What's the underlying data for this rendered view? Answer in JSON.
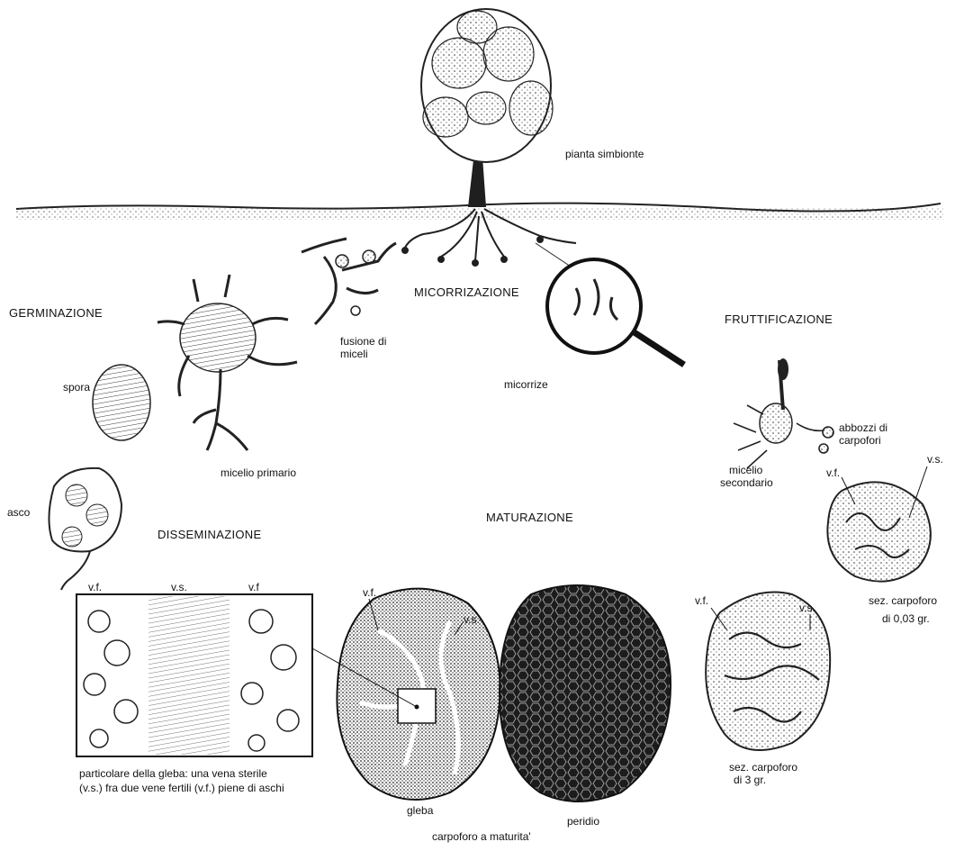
{
  "stages": {
    "germinazione": "GERMINAZIONE",
    "micorrizazione": "MICORRIZAZIONE",
    "fruttificazione": "FRUTTIFICAZIONE",
    "maturazione": "MATURAZIONE",
    "disseminazione": "DISSEMINAZIONE"
  },
  "labels": {
    "pianta": "pianta simbionte",
    "spora": "spora",
    "micelio_primario": "micelio primario",
    "fusione_1": "fusione di",
    "fusione_2": "miceli",
    "micorrize": "micorrize",
    "abbozzi_1": "abbozzi di",
    "abbozzi_2": "carpofori",
    "micelio_sec_1": "micelio",
    "micelio_sec_2": "secondario",
    "asco": "asco",
    "vf": "v.f.",
    "vs": "v.s.",
    "vf_nodot": "v.f",
    "sez003_1": "sez. carpoforo",
    "sez003_2": "di 0,03 gr.",
    "sez3_1": "sez. carpoforo",
    "sez3_2": "di 3 gr.",
    "gleba": "gleba",
    "peridio": "peridio",
    "carpoforo_maturita": "carpoforo a maturita'",
    "particolare_1": "particolare della gleba: una vena sterile",
    "particolare_2": "(v.s.) fra due vene fertili (v.f.) piene di aschi"
  },
  "colors": {
    "ink": "#1a1a1a",
    "paper": "#ffffff"
  }
}
